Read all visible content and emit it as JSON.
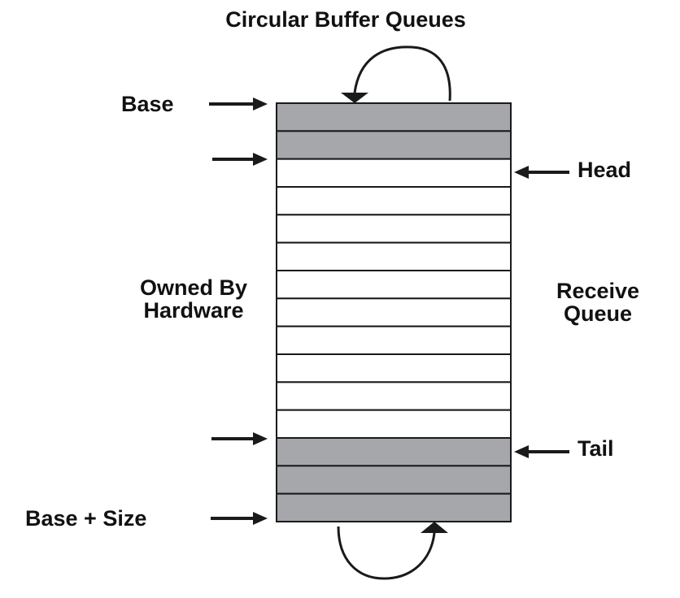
{
  "title": "Circular Buffer Queues",
  "labels": {
    "base": "Base",
    "head": "Head",
    "tail": "Tail",
    "base_plus_size": "Base + Size",
    "left_region_line1": "Owned By",
    "left_region_line2": "Hardware",
    "right_region_line1": "Receive",
    "right_region_line2": "Queue"
  },
  "buffer": {
    "slot_count": 15,
    "shaded_top_slots": 2,
    "shaded_bottom_slots": 3
  },
  "colors": {
    "shaded_slot": "#a6a7aa",
    "empty_slot": "#ffffff",
    "outline": "#1a1a1a",
    "arrow": "#1a1a1a"
  },
  "icons": {
    "pointer_arrow": "arrow-right-icon",
    "pointer_arrow_left": "arrow-left-icon",
    "wrap_arrow": "curved-arrow-icon"
  }
}
